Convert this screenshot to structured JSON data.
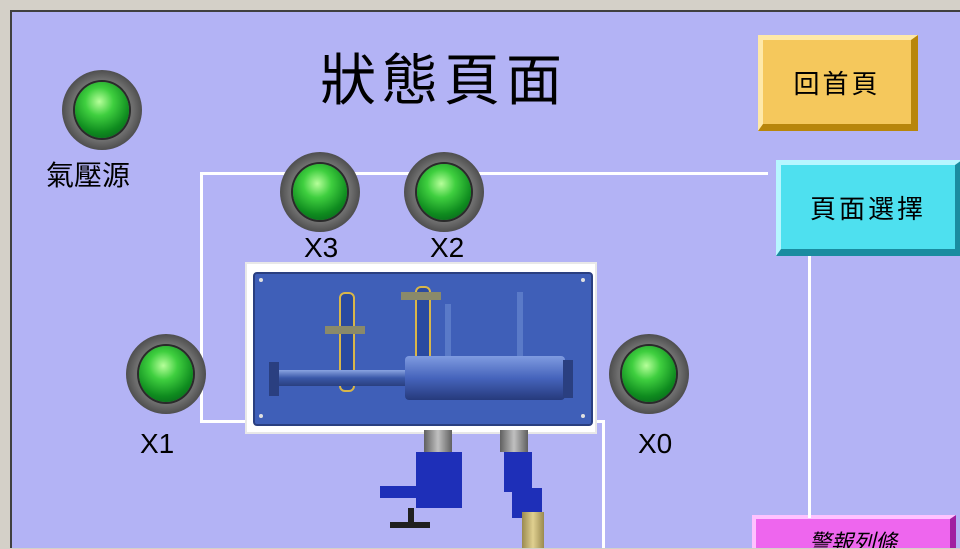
{
  "page": {
    "title": "狀態頁面"
  },
  "buttons": {
    "home": "回首頁",
    "page_select": "頁面選擇",
    "alarm_list": "警報列條"
  },
  "lamps": {
    "air_source": "氣壓源",
    "x3": "X3",
    "x2": "X2",
    "x1": "X1",
    "x0": "X0"
  },
  "colors": {
    "background": "#b3b3f5",
    "lamp_on": "#1fae2f",
    "home_button": "#f5c85c",
    "select_button": "#4ee0ef",
    "alarm_button": "#ee66ee",
    "machine_body": "#3f5fb8"
  }
}
